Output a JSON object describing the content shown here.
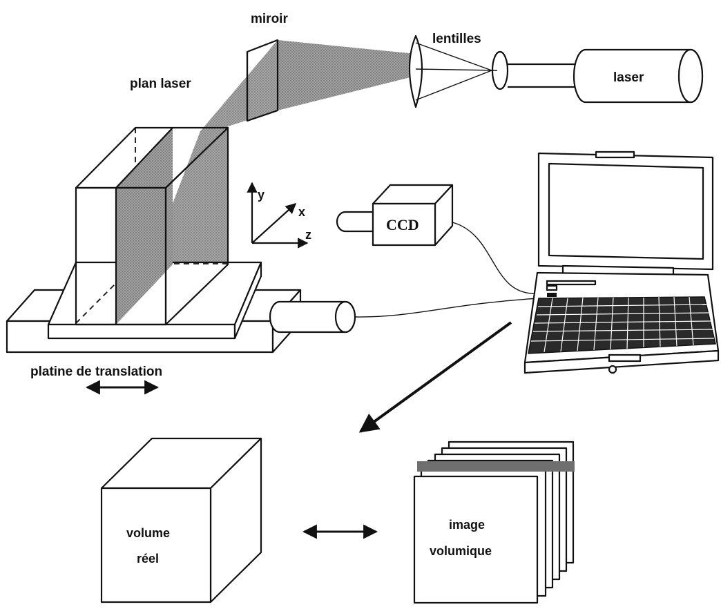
{
  "labels": {
    "mirror": "miroir",
    "lenses": "lentilles",
    "laser_plane": "plan laser",
    "laser": "laser",
    "camera": "CCD",
    "stage": "platine de translation",
    "real_volume_line1": "volume",
    "real_volume_line2": "réel",
    "volume_image_line1": "image",
    "volume_image_line2": "volumique"
  },
  "axes": {
    "x": "x",
    "y": "y",
    "z": "z"
  },
  "colors": {
    "ink": "#111111",
    "laser_sheet": "#8a8a8a",
    "slice_bar": "#6f6f6f"
  }
}
